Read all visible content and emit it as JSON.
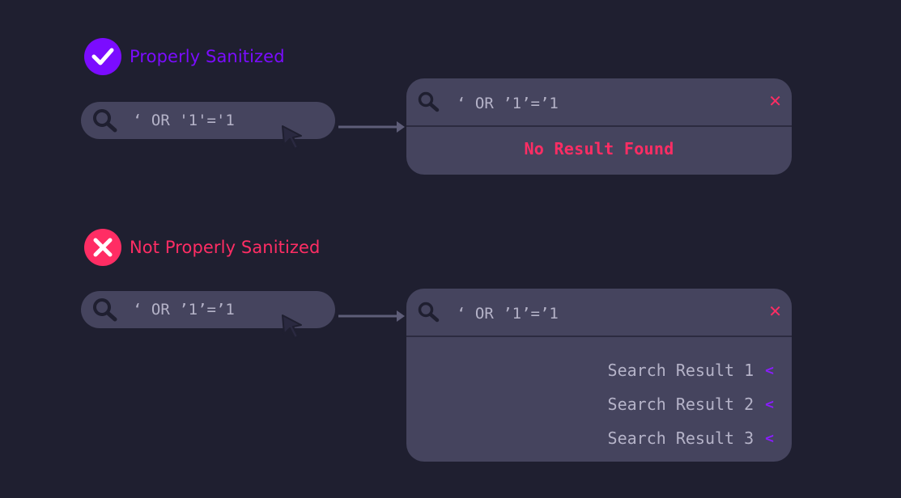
{
  "colors": {
    "background": "#1f1f30",
    "card": "#45445e",
    "text": "#b5b3c8",
    "success": "#7b0cff",
    "danger": "#ff2d64"
  },
  "sanitized": {
    "status_icon": "check-icon",
    "label": "Properly Sanitized",
    "query": "‘ OR '1'='1",
    "panel": {
      "query": "‘ OR ’1’=’1",
      "close_icon": "close-icon",
      "message": "No Result Found"
    }
  },
  "not_sanitized": {
    "status_icon": "x-icon",
    "label": "Not Properly Sanitized",
    "query": "‘ OR ’1’=’1",
    "panel": {
      "query": "‘ OR ’1’=’1",
      "close_icon": "close-icon",
      "results": [
        {
          "label": "Search Result 1",
          "chevron": "<"
        },
        {
          "label": "Search Result 2",
          "chevron": "<"
        },
        {
          "label": "Search Result 3",
          "chevron": "<"
        }
      ]
    }
  }
}
